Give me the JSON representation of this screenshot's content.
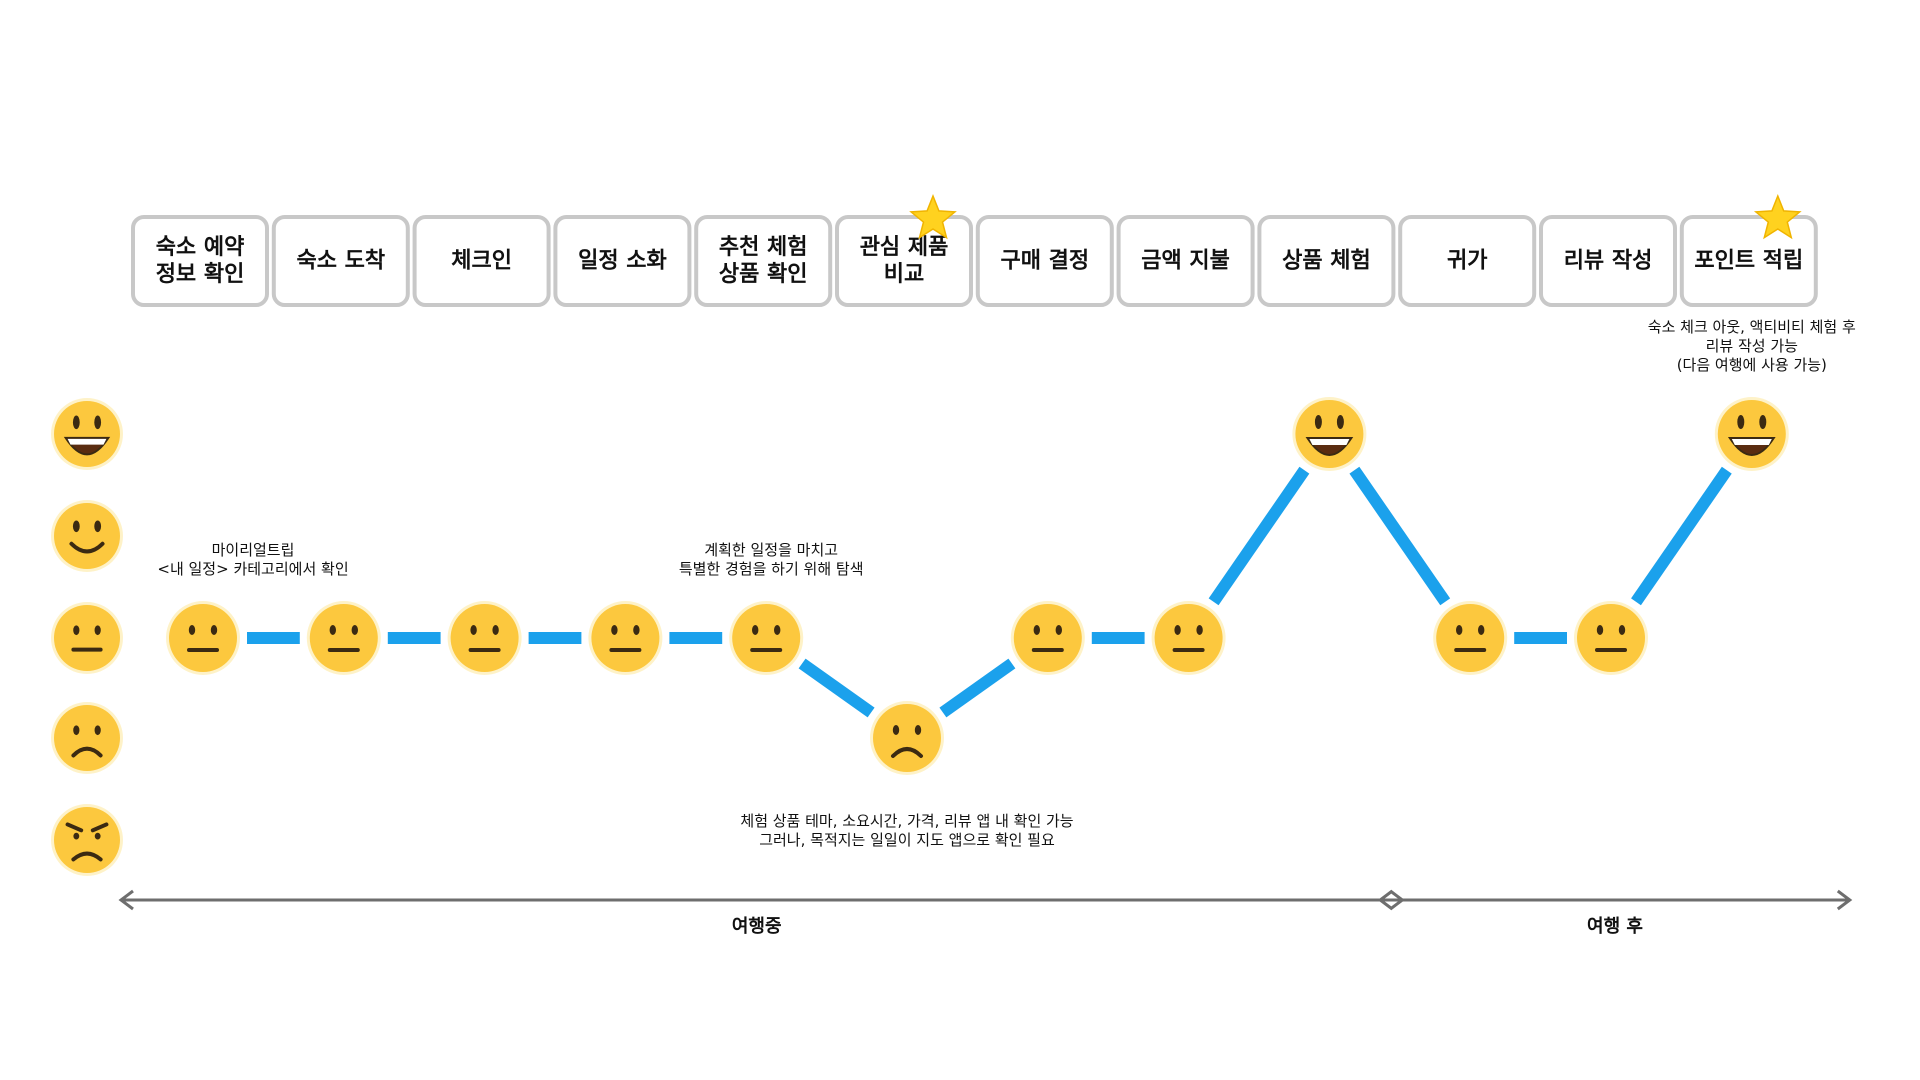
{
  "stages": [
    {
      "lines": [
        "숙소 예약",
        "정보 확인"
      ],
      "starred": false
    },
    {
      "lines": [
        "숙소 도착"
      ],
      "starred": false
    },
    {
      "lines": [
        "체크인"
      ],
      "starred": false
    },
    {
      "lines": [
        "일정 소화"
      ],
      "starred": false
    },
    {
      "lines": [
        "추천 체험",
        "상품 확인"
      ],
      "starred": false
    },
    {
      "lines": [
        "관심 제품",
        "비교"
      ],
      "starred": true
    },
    {
      "lines": [
        "구매 결정"
      ],
      "starred": false
    },
    {
      "lines": [
        "금액 지불"
      ],
      "starred": false
    },
    {
      "lines": [
        "상품 체험"
      ],
      "starred": false
    },
    {
      "lines": [
        "귀가"
      ],
      "starred": false
    },
    {
      "lines": [
        "리뷰 작성"
      ],
      "starred": false
    },
    {
      "lines": [
        "포인트 적립"
      ],
      "starred": true
    }
  ],
  "emotion_scale": [
    "very-happy",
    "happy",
    "neutral",
    "sad",
    "angry"
  ],
  "journey_points": [
    {
      "stage": 0,
      "emotion": "neutral"
    },
    {
      "stage": 1,
      "emotion": "neutral"
    },
    {
      "stage": 2,
      "emotion": "neutral"
    },
    {
      "stage": 3,
      "emotion": "neutral"
    },
    {
      "stage": 4,
      "emotion": "neutral"
    },
    {
      "stage": 5,
      "emotion": "sad"
    },
    {
      "stage": 6,
      "emotion": "neutral"
    },
    {
      "stage": 7,
      "emotion": "neutral"
    },
    {
      "stage": 8,
      "emotion": "very-happy"
    },
    {
      "stage": 9,
      "emotion": "neutral"
    },
    {
      "stage": 10,
      "emotion": "neutral"
    },
    {
      "stage": 11,
      "emotion": "very-happy"
    }
  ],
  "notes": [
    {
      "stage": 0,
      "position": "above",
      "lines": [
        "마이리얼트립",
        "<내 일정> 카테고리에서 확인"
      ]
    },
    {
      "stage": 4,
      "position": "above",
      "lines": [
        "계획한 일정을 마치고",
        "특별한 경험을 하기 위해 탐색"
      ]
    },
    {
      "stage": 5,
      "position": "below",
      "lines": [
        "체험 상품 테마, 소요시간, 가격, 리뷰 앱 내 확인 가능",
        "그러나, 목적지는 일일이 지도 앱으로 확인 필요"
      ]
    },
    {
      "stage": 11,
      "position": "above",
      "lines": [
        "숙소 체크 아웃, 액티비티 체험 후",
        "리뷰 작성 가능",
        "(다음 여행에 사용 가능)"
      ]
    }
  ],
  "phases": [
    {
      "label": "여행중",
      "from_stage": 0,
      "to_stage": 8
    },
    {
      "label": "여행 후",
      "from_stage": 9,
      "to_stage": 11
    }
  ],
  "colors": {
    "connector": "#1ba1ec",
    "face": "#fcc83e",
    "box_border": "#c8c8c8",
    "star": "#ffd21f",
    "arrow": "#6e6e6e"
  }
}
